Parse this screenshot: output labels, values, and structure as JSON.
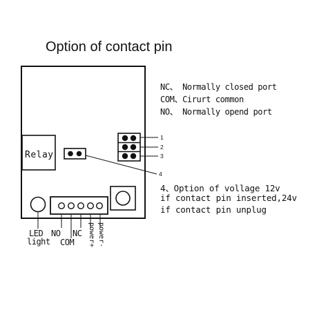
{
  "title": "Option of contact pin",
  "relay_label": "Relay",
  "legend": [
    "NC、 Normally closed port",
    "COM、Cirurt common",
    "NO、 Normally opend port"
  ],
  "pin_numbers": [
    "1",
    "2",
    "3",
    "4"
  ],
  "notes": [
    "4、Option of vollage 12v",
    "if contact pin inserted,24v",
    "if contact pin unplug"
  ],
  "labels": {
    "led": "LED",
    "light": "light",
    "no": "NO",
    "com": "COM",
    "nc": "NC",
    "power_plus": "power+",
    "power_minus": "power-"
  }
}
